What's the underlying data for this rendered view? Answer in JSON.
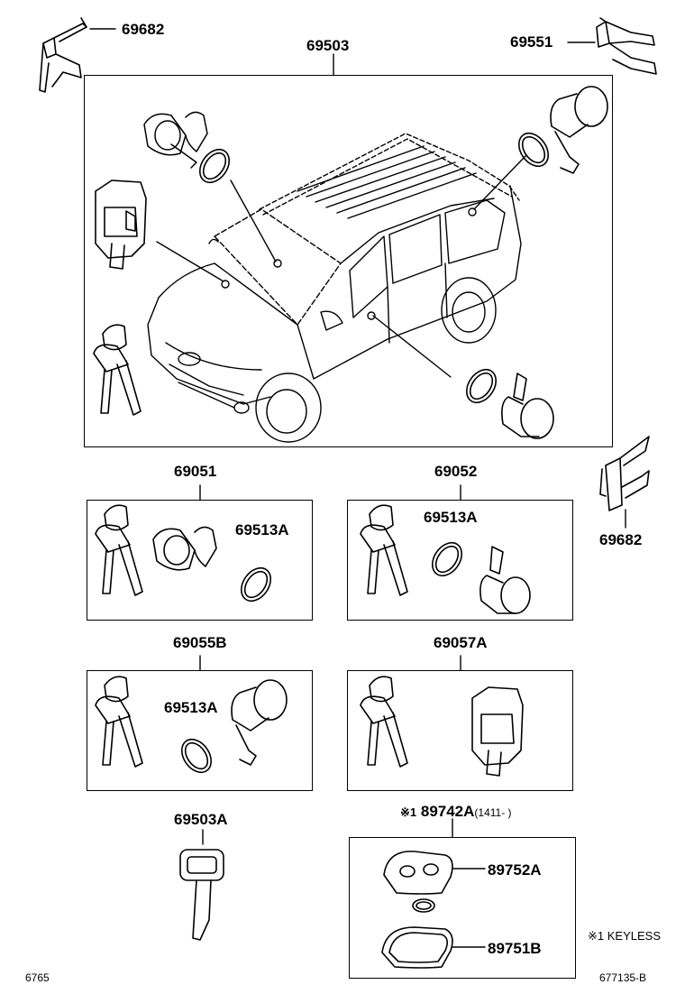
{
  "labels": {
    "p69682_top": "69682",
    "p69503": "69503",
    "p69551": "69551",
    "p69051": "69051",
    "p69052": "69052",
    "p69682_side": "69682",
    "p69513a_1": "69513A",
    "p69513a_2": "69513A",
    "p69055b": "69055B",
    "p69057a": "69057A",
    "p69513a_3": "69513A",
    "p69503a": "69503A",
    "p89742a_mark": "※1",
    "p89742a": "89742A",
    "p89742a_range": "(1411-      )",
    "p89752a": "89752A",
    "p89751b": "89751B"
  },
  "footnote": {
    "mark": "※1",
    "text": "KEYLESS"
  },
  "corners": {
    "left": "6765",
    "right": "677135-B"
  }
}
